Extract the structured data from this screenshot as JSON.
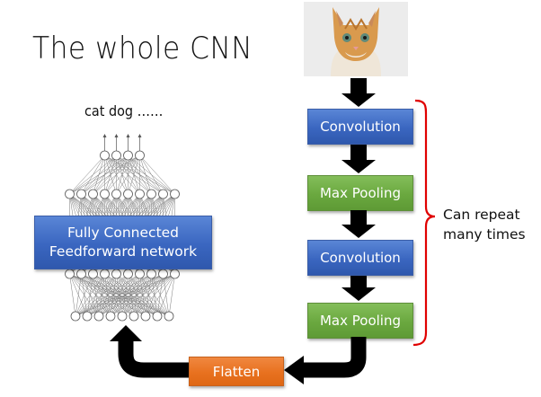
{
  "title": "The whole CNN",
  "output_labels": "cat dog ……",
  "input_image": {
    "description": "kitten photo",
    "icon": "cat-photo"
  },
  "pipeline": [
    {
      "label": "Convolution",
      "color": "#3a66c0"
    },
    {
      "label": "Max Pooling",
      "color": "#6aa83f"
    },
    {
      "label": "Convolution",
      "color": "#3a66c0"
    },
    {
      "label": "Max Pooling",
      "color": "#6aa83f"
    }
  ],
  "flatten": {
    "label": "Flatten",
    "color": "#e8711f"
  },
  "fully_connected": {
    "line1": "Fully Connected",
    "line2": "Feedforward network",
    "color": "#3a66c0"
  },
  "brace": {
    "color": "#e00000",
    "annotation_line1": "Can repeat",
    "annotation_line2": "many times"
  },
  "network": {
    "layer_sizes": [
      9,
      10,
      10,
      4
    ],
    "output_arrows": 4
  }
}
